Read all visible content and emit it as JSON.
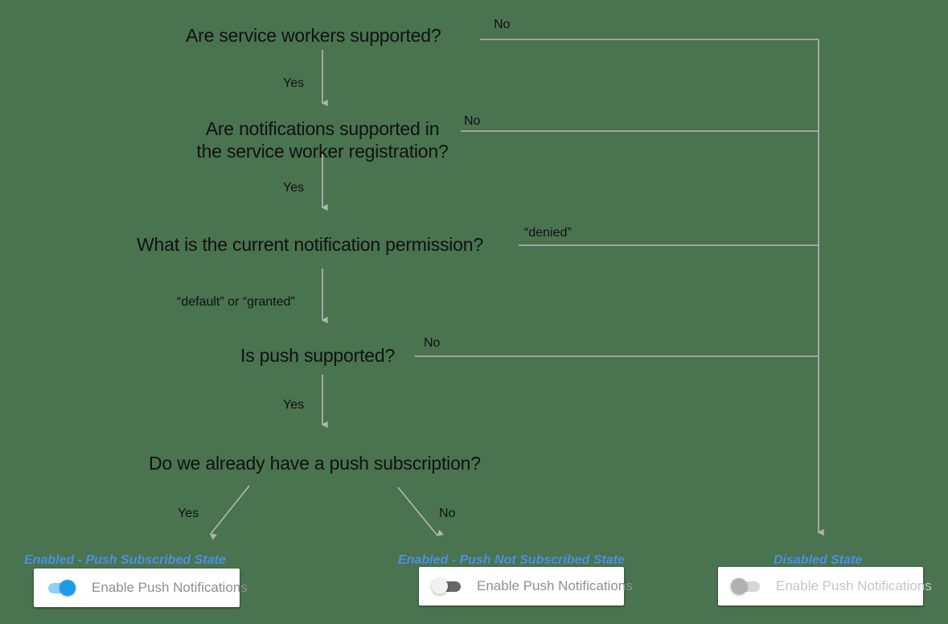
{
  "meta": {
    "title": "Push notification support decision flowchart",
    "background_color": "#4a7350",
    "connector_color": "#b7b7b7",
    "state_label_color": "#4a90e2",
    "toggle_on_color": "#1e9ae8",
    "toggle_off_color": "#676767",
    "toggle_disabled_color": "#b0b0b0"
  },
  "flow": {
    "questions": [
      {
        "id": "service-workers",
        "text": "Are service workers supported?"
      },
      {
        "id": "notifications-in-sw",
        "text": "Are notifications supported in\nthe service worker registration?"
      },
      {
        "id": "notification-permission",
        "text": "What is the current notification permission?"
      },
      {
        "id": "push-supported",
        "text": "Is push supported?"
      },
      {
        "id": "existing-subscription",
        "text": "Do we already have a push subscription?"
      }
    ],
    "edge_labels": [
      {
        "id": "sw-no",
        "text": "No"
      },
      {
        "id": "sw-yes",
        "text": "Yes"
      },
      {
        "id": "notif-no",
        "text": "No"
      },
      {
        "id": "notif-yes",
        "text": "Yes"
      },
      {
        "id": "perm-denied",
        "text": "“denied”"
      },
      {
        "id": "perm-default-granted",
        "text": "“default” or “granted”"
      },
      {
        "id": "push-no",
        "text": "No"
      },
      {
        "id": "push-yes",
        "text": "Yes"
      },
      {
        "id": "sub-yes",
        "text": "Yes"
      },
      {
        "id": "sub-no",
        "text": "No"
      }
    ],
    "outcomes": [
      {
        "id": "enabled-subscribed",
        "state_label": "Enabled - Push Subscribed State",
        "toggle_state": "on",
        "toggle_label": "Enable Push Notifications"
      },
      {
        "id": "enabled-not-subscribed",
        "state_label": "Enabled - Push Not Subscribed State",
        "toggle_state": "off",
        "toggle_label": "Enable Push Notifications"
      },
      {
        "id": "disabled",
        "state_label": "Disabled State",
        "toggle_state": "disabled",
        "toggle_label": "Enable Push Notifications"
      }
    ]
  }
}
